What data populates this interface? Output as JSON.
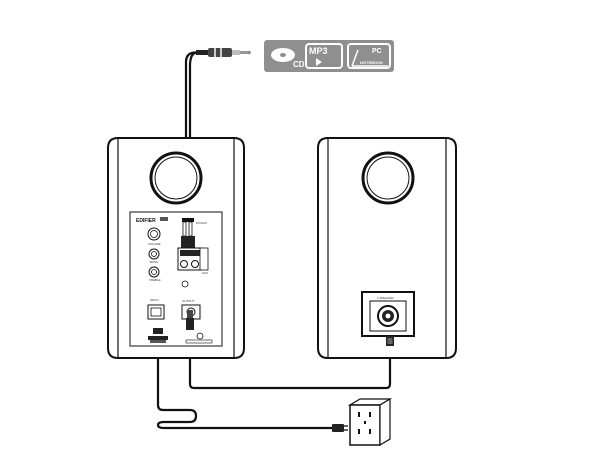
{
  "source_badge": {
    "cd_label": "CD",
    "mp3_label": "MP3",
    "pc_label": "PC",
    "notebook_label": "NOTEBOOK",
    "background_color": "#8f8f8f",
    "text_color": "#ffffff"
  },
  "active_speaker": {
    "brand_text": "EDIFIER",
    "knob_labels": [
      "VOLUME",
      "BASS",
      "TREBLE"
    ],
    "input_labels": [
      "PC/AUX",
      "AUX"
    ],
    "output_label": "OUTPUT",
    "power_label": "INPUT"
  },
  "passive_speaker": {
    "terminal_label": "L SPEAKER"
  },
  "icons": {
    "plug": "audio-plug-icon",
    "outlet": "wall-outlet-icon",
    "power_plug": "power-plug-icon"
  },
  "colors": {
    "line": "#111111",
    "panel": "#ffffff"
  }
}
